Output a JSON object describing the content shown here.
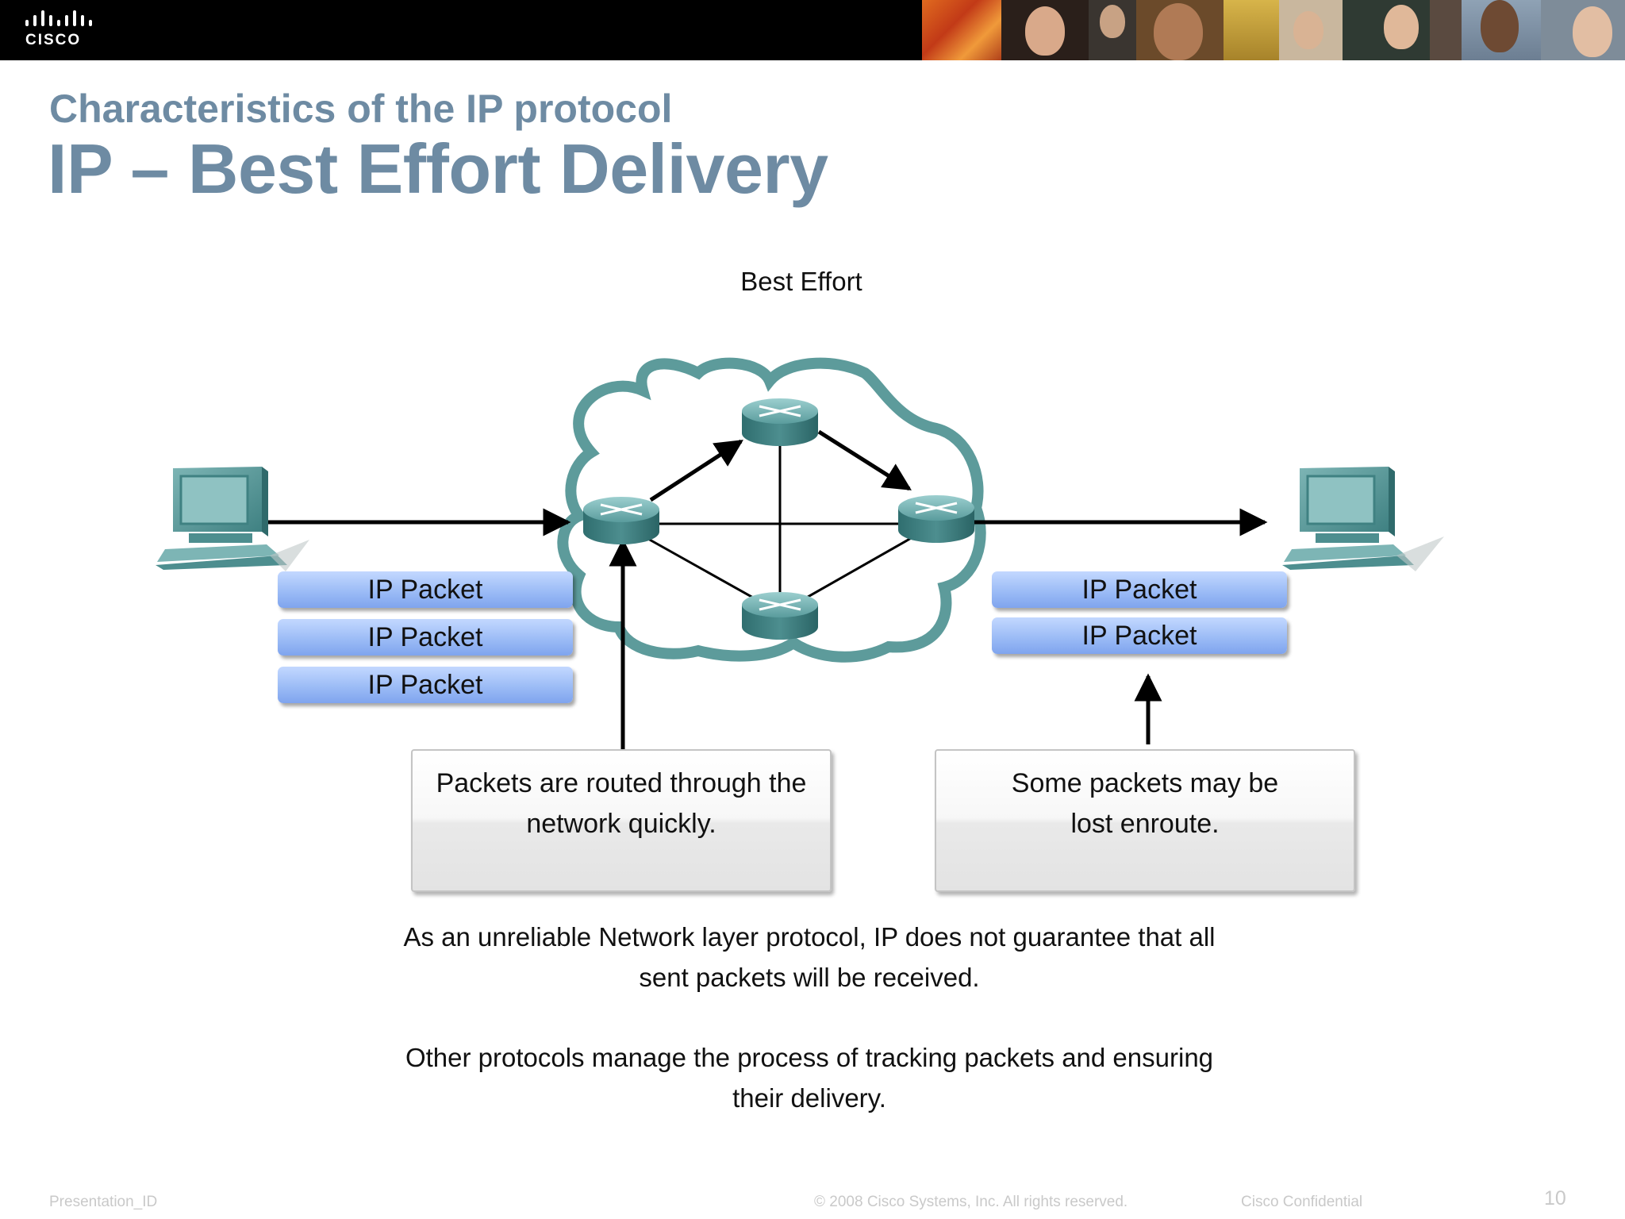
{
  "header": {
    "logo_text": "CISCO",
    "background": "#000000"
  },
  "slide": {
    "subtitle": "Characteristics of the IP protocol",
    "title": "IP – Best Effort Delivery",
    "title_color": "#6e8ba3"
  },
  "diagram": {
    "title": "Best Effort",
    "left_packets": [
      "IP Packet",
      "IP Packet",
      "IP Packet"
    ],
    "right_packets": [
      "IP Packet",
      "IP Packet"
    ],
    "packet_color": "#9cbcf6",
    "cloud_color": "#5d9b9b",
    "router_color": "#3d7f80",
    "callout_left": [
      "Packets are routed through the",
      "network quickly."
    ],
    "callout_right": [
      "Some packets may be",
      "lost enroute."
    ]
  },
  "captions": {
    "first": [
      "As an unreliable Network layer protocol, IP does not guarantee that all",
      "sent packets will be received."
    ],
    "second": [
      "Other protocols manage the process of tracking packets and ensuring",
      "their delivery."
    ]
  },
  "footer": {
    "presentation_id": "Presentation_ID",
    "copyright": "© 2008 Cisco Systems, Inc. All rights reserved.",
    "confidential": "Cisco Confidential",
    "page_number": "10"
  }
}
